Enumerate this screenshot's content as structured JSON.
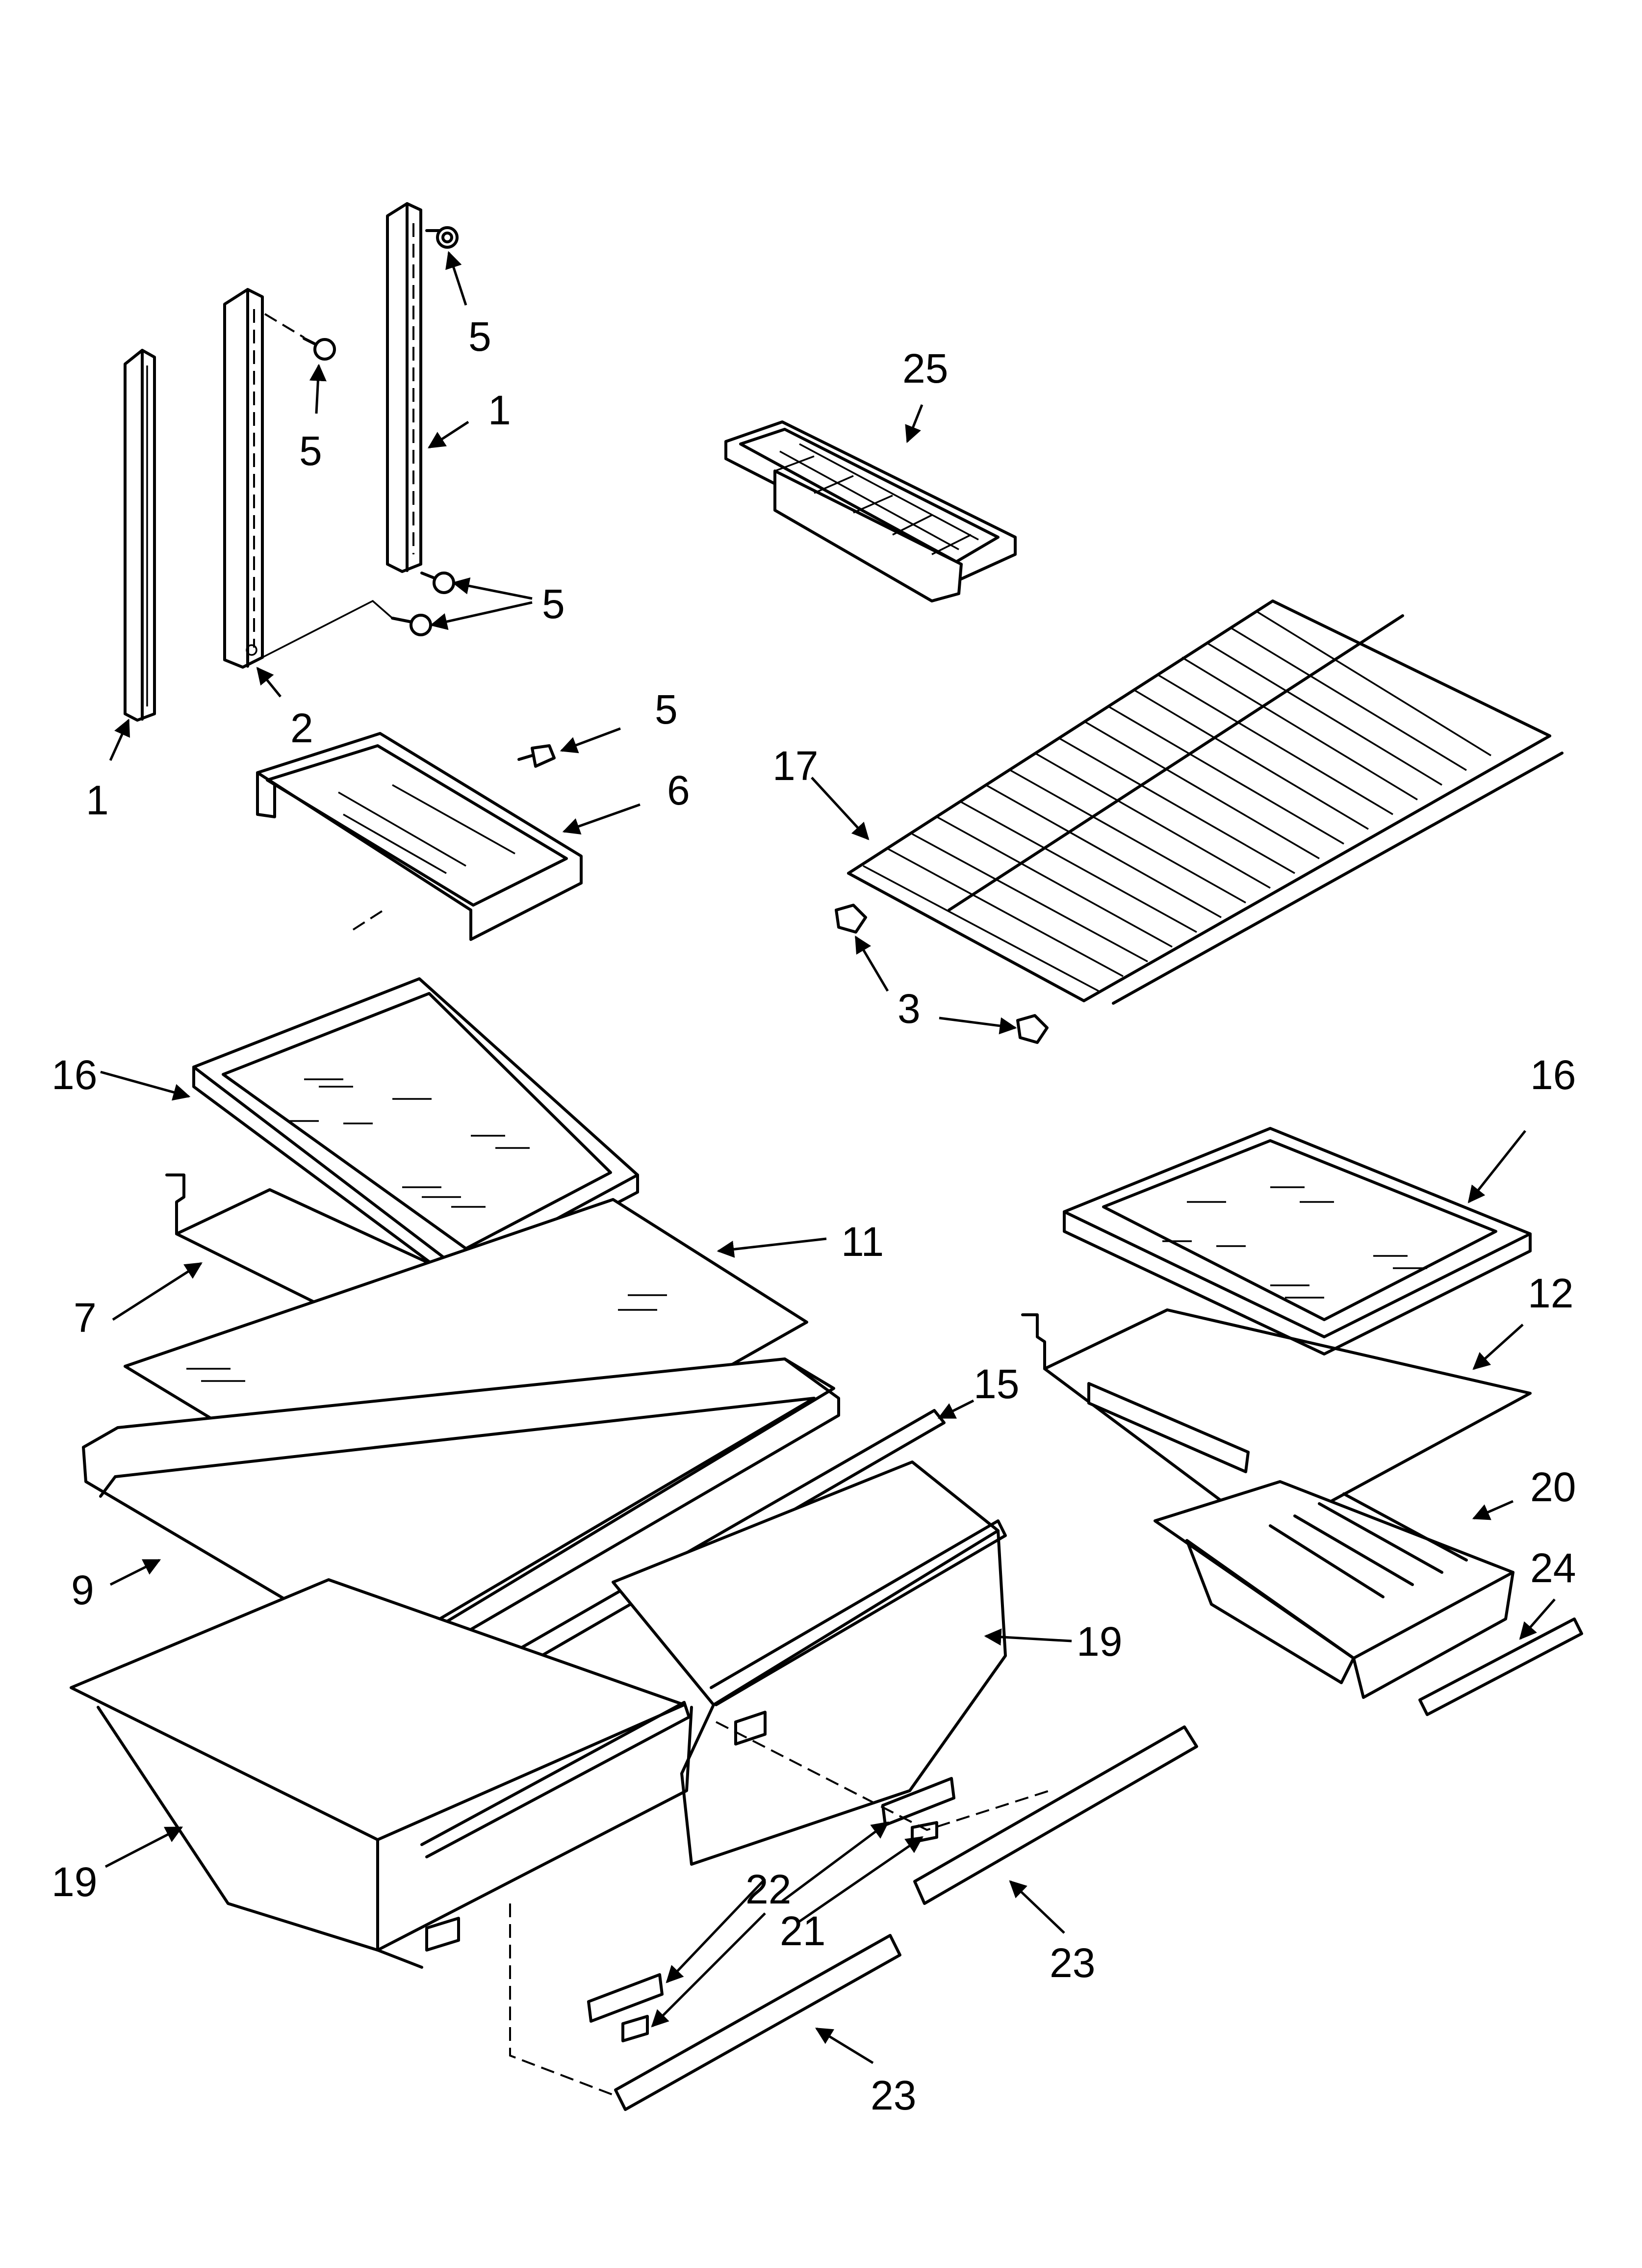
{
  "callouts": {
    "c1a": "1",
    "c1b": "1",
    "c2": "2",
    "c3": "3",
    "c5a": "5",
    "c5b": "5",
    "c5c": "5",
    "c5d": "5",
    "c6": "6",
    "c7": "7",
    "c9": "9",
    "c11": "11",
    "c12": "12",
    "c15": "15",
    "c16a": "16",
    "c16b": "16",
    "c17": "17",
    "c19a": "19",
    "c19b": "19",
    "c20": "20",
    "c21": "21",
    "c22": "22",
    "c23a": "23",
    "c23b": "23",
    "c24": "24",
    "c25": "25"
  }
}
